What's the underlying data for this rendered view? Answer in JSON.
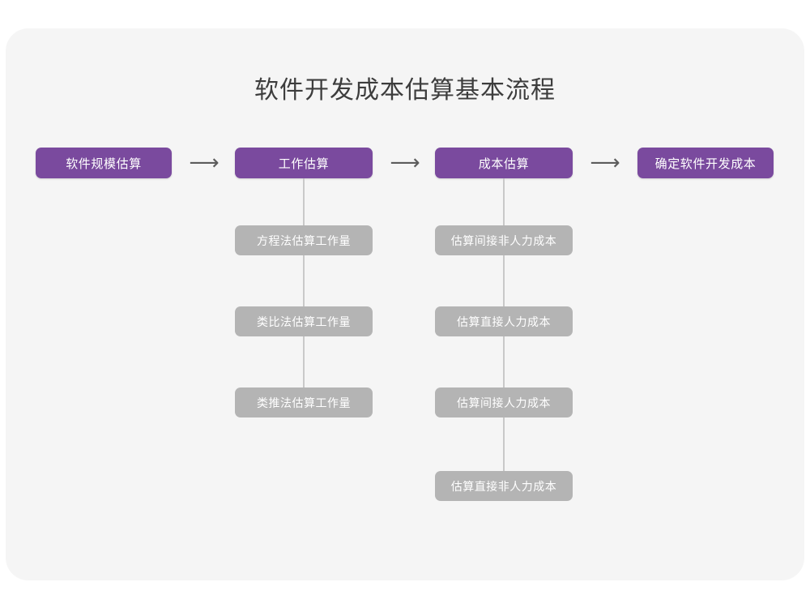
{
  "title": "软件开发成本估算基本流程",
  "colors": {
    "page_background": "#ffffff",
    "card_background": "#f5f5f5",
    "primary_node": "#7a4a9e",
    "secondary_node": "#b4b4b4",
    "node_text": "#ffffff",
    "title_text": "#3d3d3d",
    "connector": "#c9c9c9",
    "arrow": "#5c5c5c"
  },
  "stages": [
    {
      "label": "软件规模估算"
    },
    {
      "label": "工作估算"
    },
    {
      "label": "成本估算"
    },
    {
      "label": "确定软件开发成本"
    }
  ],
  "arrows": [
    {
      "glyph": "⟶"
    },
    {
      "glyph": "⟶"
    },
    {
      "glyph": "⟶"
    }
  ],
  "branches": {
    "work_estimation": [
      {
        "label": "方程法估算工作量"
      },
      {
        "label": "类比法估算工作量"
      },
      {
        "label": "类推法估算工作量"
      }
    ],
    "cost_estimation": [
      {
        "label": "估算间接非人力成本"
      },
      {
        "label": "估算直接人力成本"
      },
      {
        "label": "估算间接人力成本"
      },
      {
        "label": "估算直接非人力成本"
      }
    ]
  }
}
